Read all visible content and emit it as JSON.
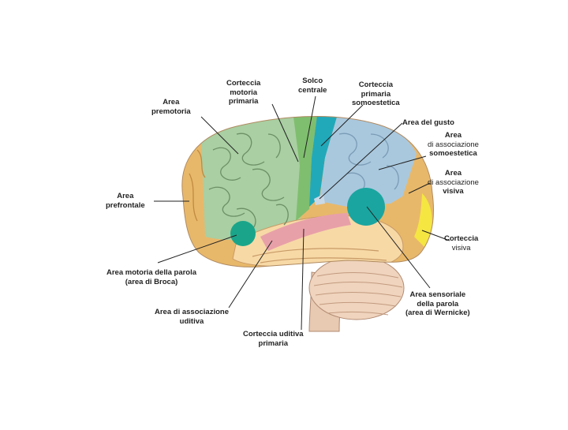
{
  "diagram": {
    "regions": [
      {
        "key": "premotor",
        "color": "#a9cfa2"
      },
      {
        "key": "motor",
        "color": "#8cc47c"
      },
      {
        "key": "somato",
        "color": "#21a9ba"
      },
      {
        "key": "assoc_somato",
        "color": "#a9c8de"
      },
      {
        "key": "prefrontal",
        "color": "#e8b86a"
      },
      {
        "key": "visual",
        "color": "#f5e642"
      },
      {
        "key": "temporal",
        "color": "#f7d9a6"
      },
      {
        "key": "auditory",
        "color": "#e8a0a8"
      },
      {
        "key": "broca",
        "color": "#1aa58a"
      },
      {
        "key": "wernicke",
        "color": "#1aa5a0"
      },
      {
        "key": "cerebellum",
        "color": "#f0d4bd"
      }
    ],
    "labels": {
      "corteccia_motoria": {
        "lines": [
          "Corteccia",
          "motoria",
          "primaria"
        ],
        "weights": [
          "b",
          "b",
          "b"
        ]
      },
      "solco_centrale": {
        "lines": [
          "Solco",
          "centrale"
        ],
        "weights": [
          "b",
          "b"
        ]
      },
      "corteccia_somoestetica": {
        "lines": [
          "Corteccia",
          "primaria",
          "somoestetica"
        ],
        "weights": [
          "b",
          "b",
          "b"
        ]
      },
      "area_premotoria": {
        "lines": [
          "Area",
          "premotoria"
        ],
        "weights": [
          "b",
          "b"
        ]
      },
      "area_gusto": {
        "lines": [
          "Area del gusto"
        ],
        "weights": [
          "b"
        ]
      },
      "area_assoc_somoestetica": {
        "lines": [
          "Area",
          "di associazione",
          "somoestetica"
        ],
        "weights": [
          "b",
          "n",
          "b"
        ]
      },
      "area_assoc_visiva": {
        "lines": [
          "Area",
          "di associazione",
          "visiva"
        ],
        "weights": [
          "b",
          "n",
          "b"
        ]
      },
      "area_prefrontale": {
        "lines": [
          "Area",
          "prefrontale"
        ],
        "weights": [
          "b",
          "b"
        ]
      },
      "corteccia_visiva": {
        "lines": [
          "Corteccia",
          "visiva"
        ],
        "weights": [
          "b",
          "n"
        ]
      },
      "area_motoria_parola": {
        "lines": [
          "Area motoria della parola",
          "(area di Broca)"
        ],
        "weights": [
          "b",
          "b"
        ]
      },
      "area_sensoriale_parola": {
        "lines": [
          "Area sensoriale",
          "della parola",
          "(area di Wernicke)"
        ],
        "weights": [
          "b",
          "b",
          "b"
        ]
      },
      "area_assoc_uditiva": {
        "lines": [
          "Area di associazione",
          "uditiva"
        ],
        "weights": [
          "b",
          "b"
        ]
      },
      "corteccia_uditiva": {
        "lines": [
          "Corteccia uditiva",
          "primaria"
        ],
        "weights": [
          "b",
          "b"
        ]
      }
    }
  }
}
